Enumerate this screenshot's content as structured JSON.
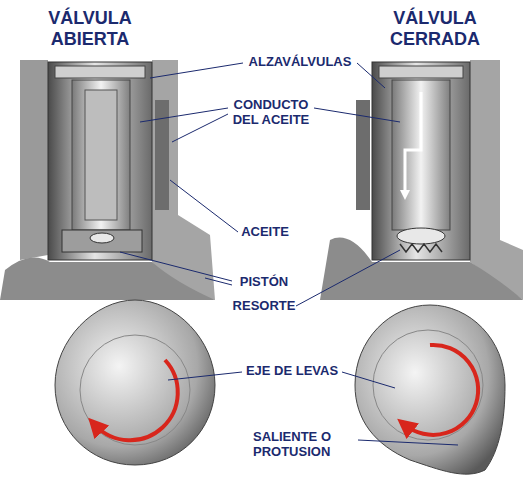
{
  "diagram": {
    "labels": [
      "VÁLVULA ABIERTA",
      "VÁLVULA CERRADA",
      "ALZAVÁLVULAS",
      "CONDUCTO DEL ACEITE",
      "ACEITE",
      "PISTÓN",
      "RESORTE",
      "EJE DE LEVAS",
      "SALIENTE O PROTUSION"
    ]
  }
}
